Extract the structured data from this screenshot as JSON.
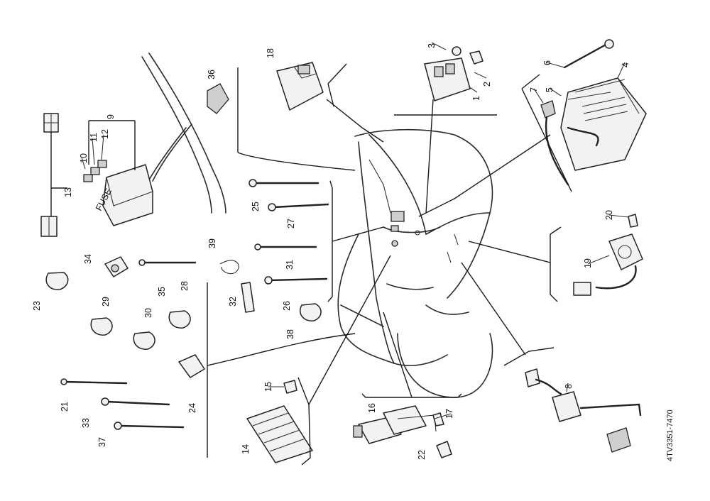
{
  "figure_code": "4TV3351-7470",
  "fuse_marking": "FUSE",
  "callouts": {
    "n1": "1",
    "n2": "2",
    "n3": "3",
    "n4": "4",
    "n5": "5",
    "n6": "6",
    "n7": "7",
    "n8": "8",
    "n9": "9",
    "n10": "10",
    "n11": "11",
    "n12": "12",
    "n13": "13",
    "n14": "14",
    "n15": "15",
    "n16": "16",
    "n17": "17",
    "n18": "18",
    "n19": "19",
    "n20": "20",
    "n21": "21",
    "n22": "22",
    "n23": "23",
    "n24": "24",
    "n25": "25",
    "n26": "26",
    "n27": "27",
    "n28": "28",
    "n29": "29",
    "n30": "30",
    "n31": "31",
    "n32": "32",
    "n33": "33",
    "n34": "34",
    "n35": "35",
    "n36": "36",
    "n37": "37",
    "n38": "38",
    "n39": "39"
  }
}
